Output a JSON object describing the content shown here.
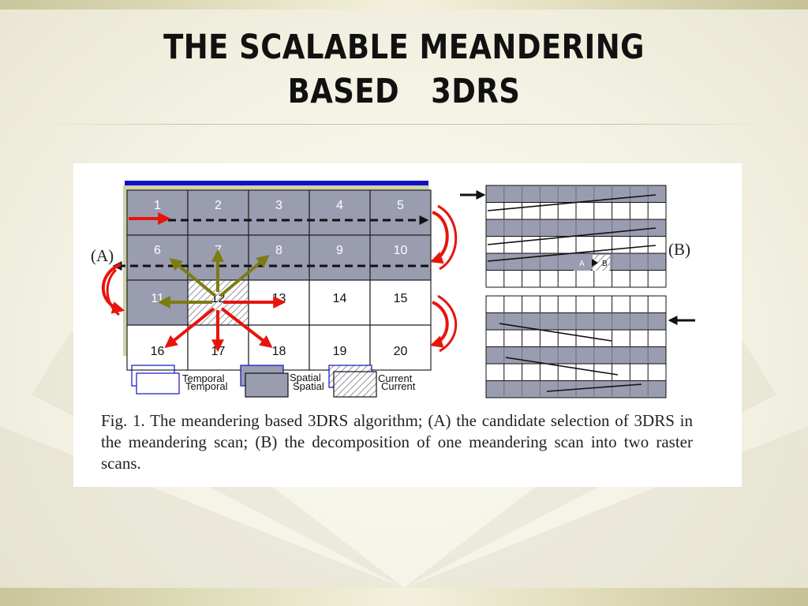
{
  "slide": {
    "title_line1": "THE SCALABLE MEANDERING",
    "title_line2": "BASED   3DRS"
  },
  "figure": {
    "label_a": "(A)",
    "label_b": "(B)",
    "grid_numbers": [
      "1",
      "2",
      "3",
      "4",
      "5",
      "6",
      "7",
      "8",
      "9",
      "10",
      "11",
      "12",
      "13",
      "14",
      "15",
      "16",
      "17",
      "18",
      "19",
      "20"
    ],
    "legend": {
      "temporal": "Temporal",
      "spatial": "Spatial",
      "current": "Current"
    },
    "raster_marker_a": "A",
    "raster_marker_b": "B",
    "caption": "Fig. 1. The meandering based 3DRS algorithm; (A) the candidate selection of 3DRS in the meandering scan; (B) the decomposition of one meandering scan into two raster scans.",
    "colors": {
      "spatial_fill": "#9a9cb0",
      "temporal_frame": "#1010c8",
      "arrow_red": "#e8140c",
      "arrow_olive": "#7d7c10",
      "raster_gray": "#9a9cb0"
    }
  }
}
